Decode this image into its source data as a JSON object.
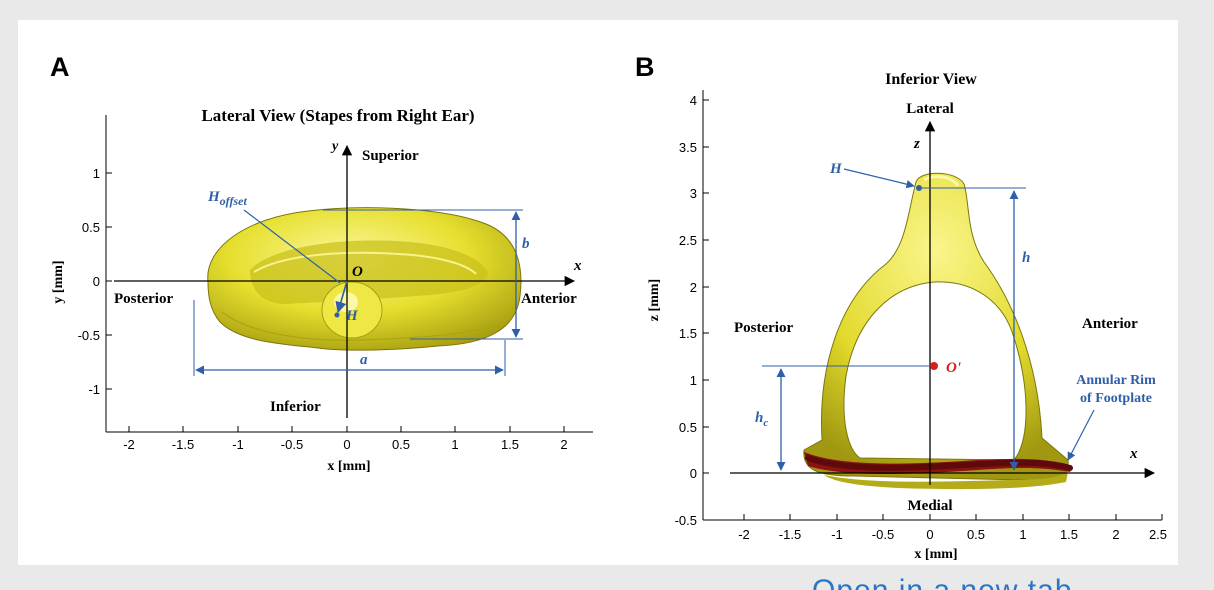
{
  "panel_a": {
    "panel_label": "A",
    "title": "Lateral View (Stapes from Right Ear)",
    "xlabel": "x [mm]",
    "ylabel": "y [mm]",
    "x_ticks": [
      "-2",
      "-1.5",
      "-1",
      "-0.5",
      "0",
      "0.5",
      "1",
      "1.5",
      "2"
    ],
    "y_ticks": [
      "1",
      "0.5",
      "0",
      "-0.5",
      "-1"
    ],
    "axis_x_name": "x",
    "axis_y_name": "y",
    "origin": "O",
    "superior": "Superior",
    "inferior": "Inferior",
    "posterior": "Posterior",
    "anterior": "Anterior",
    "h_offset_main": "H",
    "h_offset_sub": "offset",
    "h_point": "H",
    "dim_a": "a",
    "dim_b": "b"
  },
  "panel_b": {
    "panel_label": "B",
    "title": "Inferior View",
    "xlabel": "x [mm]",
    "ylabel": "z [mm]",
    "x_ticks": [
      "-2",
      "-1.5",
      "-1",
      "-0.5",
      "0",
      "0.5",
      "1",
      "1.5",
      "2",
      "2.5"
    ],
    "y_ticks": [
      "4",
      "3.5",
      "3",
      "2.5",
      "2",
      "1.5",
      "1",
      "0.5",
      "0",
      "-0.5"
    ],
    "axis_x_name": "x",
    "axis_z_name": "z",
    "lateral": "Lateral",
    "medial": "Medial",
    "posterior": "Posterior",
    "anterior": "Anterior",
    "h_point": "H",
    "origin_prime": "O'",
    "dim_h": "h",
    "dim_hc_main": "h",
    "dim_hc_sub": "c",
    "annular_line1": "Annular Rim",
    "annular_line2": "of Footplate"
  },
  "cut_off_text": "Open in a new tab",
  "colors": {
    "stapes_yellow": "#e8e23a",
    "annotation_blue": "#2f5fa8",
    "rim_red": "#8a1212",
    "origin_red": "#d2201c",
    "background": "#e9e9e9"
  }
}
